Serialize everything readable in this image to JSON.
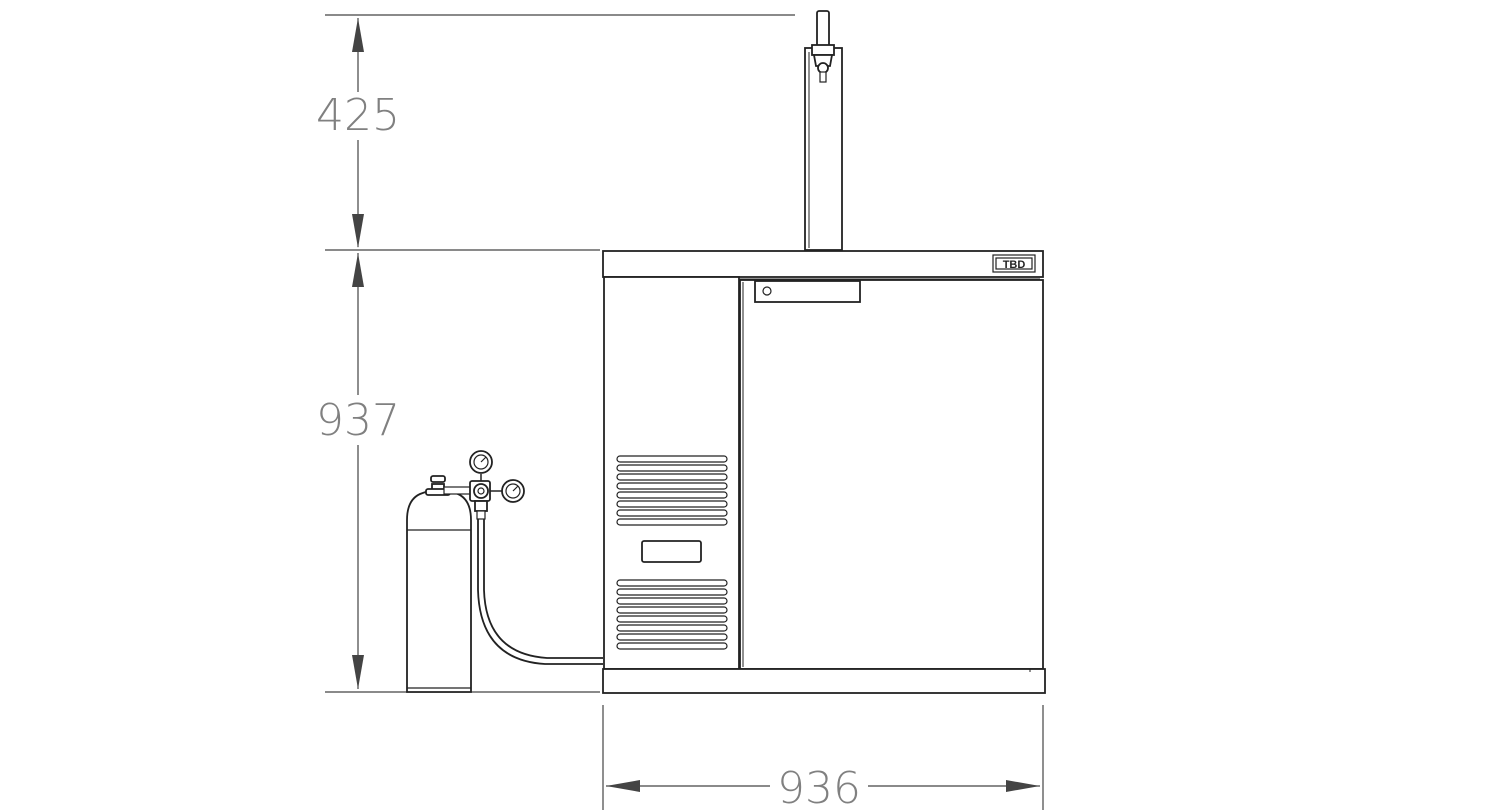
{
  "dimensions": {
    "tower_height": "425",
    "cabinet_height": "937",
    "cabinet_width": "936"
  },
  "logo": {
    "text": "TBD"
  },
  "colors": {
    "ink": "#222222",
    "dimension_text": "#808080",
    "background": "#ffffff"
  }
}
